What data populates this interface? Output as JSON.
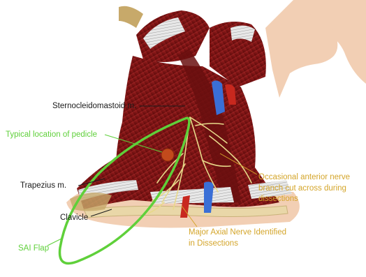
{
  "labels": {
    "sternocleidomastoid": "Sternocleidomastoid m.",
    "pedicle": "Typical location of pedicle",
    "trapezius": "Trapezius m.",
    "clavicle": "Clavicle",
    "sai_flap": "SAI Flap",
    "anterior_line1": "Occasional anterior nerve",
    "anterior_line2": "branch cut across during",
    "anterior_line3": "dissections",
    "axial_line1": "Major Axial Nerve Identified",
    "axial_line2": "in Dissections"
  },
  "colors": {
    "skin": "#f2cfb4",
    "muscle": "#8b1a1a",
    "muscle_dark": "#5e0c0c",
    "nerve": "#e8d98a",
    "artery": "#c8281e",
    "vein": "#3a6fd6",
    "flap_outline": "#5fd03a",
    "label_dark": "#1a1a1a",
    "label_gold": "#d4a52a"
  }
}
